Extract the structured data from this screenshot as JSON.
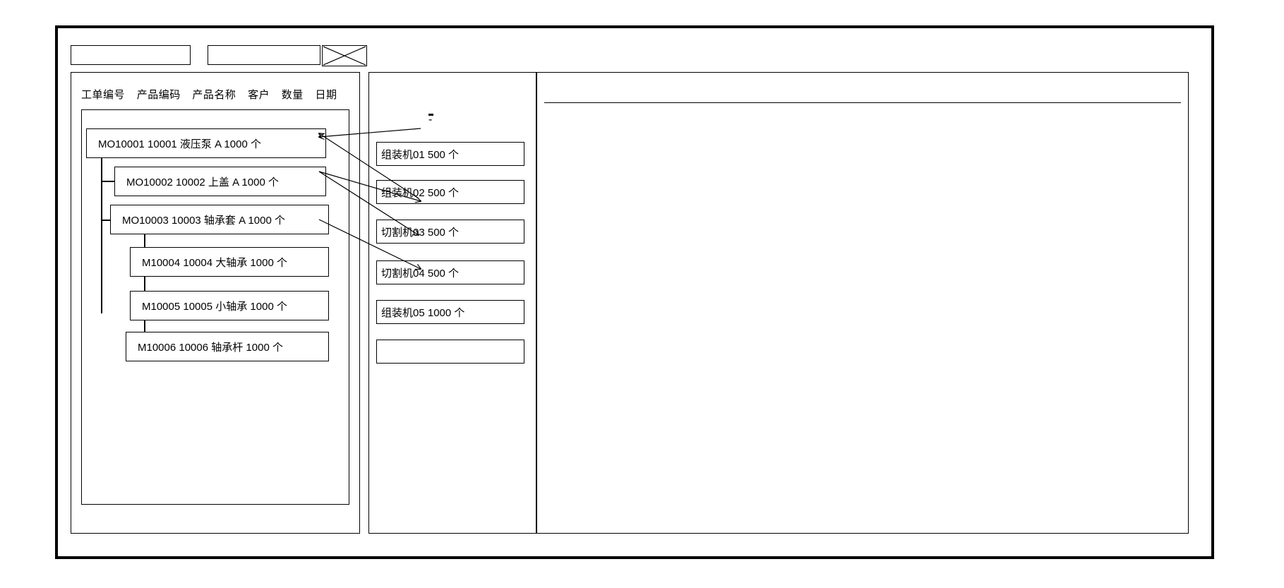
{
  "window": {
    "title": "",
    "toolbar": {
      "field_1_value": "",
      "field_2_value": "",
      "image_placeholder_name": "image-placeholder-icon"
    }
  },
  "left_panel": {
    "name": "work-order-list-panel",
    "columns": [
      "工单编号",
      "产品编码",
      "产品名称",
      "客户",
      "数量",
      "日期"
    ],
    "rows": [
      {
        "level": 0,
        "order_no": "MO10001",
        "product_code": "10001",
        "product_name": "液压泵",
        "customer": "A",
        "quantity": "1000",
        "unit": "个",
        "text": "MO10001    10001   液压泵    A     1000  个"
      },
      {
        "level": 1,
        "order_no": "MO10002",
        "product_code": "10002",
        "product_name": "上盖",
        "customer": "A",
        "quantity": "1000",
        "unit": "个",
        "text": "MO10002  10002   上盖   A   1000   个"
      },
      {
        "level": 1,
        "order_no": "MO10003",
        "product_code": "10003",
        "product_name": "轴承套",
        "customer": "A",
        "quantity": "1000",
        "unit": "个",
        "text": "MO10003  10003   轴承套 A    1000    个"
      },
      {
        "level": 2,
        "order_no": "M10004",
        "product_code": "10004",
        "product_name": "大轴承",
        "customer": "",
        "quantity": "1000",
        "unit": "个",
        "text": "M10004 10004  大轴承  1000   个"
      },
      {
        "level": 2,
        "order_no": "M10005",
        "product_code": "10005",
        "product_name": "小轴承",
        "customer": "",
        "quantity": "1000",
        "unit": "个",
        "text": "M10005  10005  小轴承  1000   个"
      },
      {
        "level": 2,
        "order_no": "M10006",
        "product_code": "10006",
        "product_name": "轴承杆",
        "customer": "",
        "quantity": "1000",
        "unit": "个",
        "text": "M10006  10006  轴承杆  1000   个"
      }
    ]
  },
  "mid_panel": {
    "name": "machine-task-list-panel",
    "marker": "-",
    "rows": [
      {
        "machine": "组装机01",
        "quantity": "500",
        "unit": "个",
        "text": "组装机01    500  个"
      },
      {
        "machine": "组装机02",
        "quantity": "500",
        "unit": "个",
        "text": "组装机02    500   个"
      },
      {
        "machine": "切割机03",
        "quantity": "500",
        "unit": "个",
        "text": "切割机03   500   个"
      },
      {
        "machine": "切割机04",
        "quantity": "500",
        "unit": "个",
        "text": "切割机04  500  个"
      },
      {
        "machine": "组装机05",
        "quantity": "1000",
        "unit": "个",
        "text": "组装机05   1000 个"
      },
      {
        "machine": "",
        "quantity": "",
        "unit": "",
        "text": ""
      }
    ]
  },
  "right_panel": {
    "name": "detail-panel",
    "header_text": "",
    "body_text": ""
  },
  "colors": {
    "stroke": "#000000",
    "background": "#ffffff"
  }
}
